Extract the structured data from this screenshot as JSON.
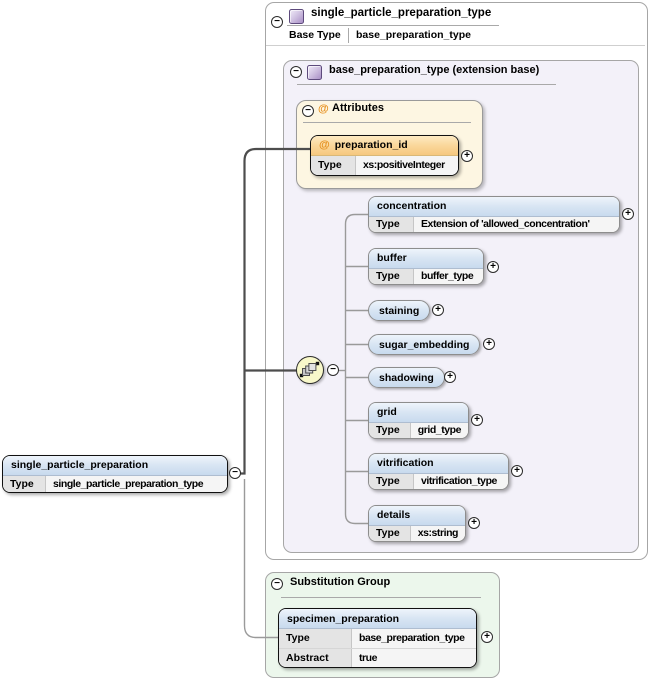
{
  "icons": {
    "minus": "−",
    "plus": "+",
    "at": "@"
  },
  "outer": {
    "title": "single_particle_preparation_type",
    "base_type_label": "Base Type",
    "base_type_value": "base_preparation_type"
  },
  "extension": {
    "title": "base_preparation_type (extension base)",
    "attributes_title": "Attributes",
    "attribute": {
      "name": "preparation_id",
      "type_label": "Type",
      "type_value": "xs:positiveInteger"
    }
  },
  "children": [
    {
      "name": "concentration",
      "type_label": "Type",
      "type_value": "Extension of 'allowed_concentration'"
    },
    {
      "name": "buffer",
      "type_label": "Type",
      "type_value": "buffer_type"
    },
    {
      "name": "staining"
    },
    {
      "name": "sugar_embedding"
    },
    {
      "name": "shadowing"
    },
    {
      "name": "grid",
      "type_label": "Type",
      "type_value": "grid_type"
    },
    {
      "name": "vitrification",
      "type_label": "Type",
      "type_value": "vitrification_type"
    },
    {
      "name": "details",
      "type_label": "Type",
      "type_value": "xs:string"
    }
  ],
  "main_element": {
    "name": "single_particle_preparation",
    "type_label": "Type",
    "type_value": "single_particle_preparation_type"
  },
  "substitution_group": {
    "title": "Substitution Group",
    "element": {
      "name": "specimen_preparation",
      "type_label": "Type",
      "type_value": "base_preparation_type",
      "abstract_label": "Abstract",
      "abstract_value": "true"
    }
  },
  "colors": {
    "element_header_blue": "#d8e5f3",
    "attribute_header_orange": "#f8c97d",
    "attributes_bg": "#fdf6e2",
    "extension_bg": "#f3f1f9",
    "substitution_bg": "#ecf7ec",
    "sequence_bg": "#f8f8ca",
    "connector_dark": "#4d4d4d",
    "connector_light": "#9a9a9a"
  }
}
